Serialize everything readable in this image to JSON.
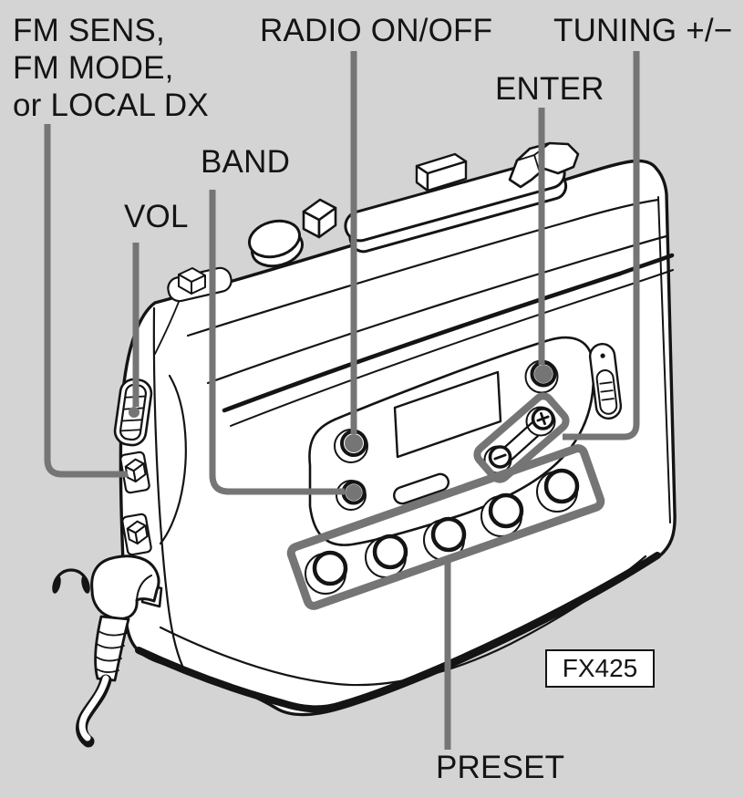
{
  "figure": {
    "type": "manual-illustration",
    "subject": "cassette-player-radio",
    "model_badge": "FX425",
    "labels": {
      "fm_line1": "FM SENS,",
      "fm_line2": "FM MODE,",
      "fm_line3": "or LOCAL DX",
      "radio": "RADIO ON/OFF",
      "tuning": "TUNING +/−",
      "enter": "ENTER",
      "band": "BAND",
      "vol": "VOL",
      "preset": "PRESET"
    },
    "icons": {
      "headphones": "headphones-icon"
    },
    "colors": {
      "background": "#d4d4d4",
      "line": "#141414",
      "callout": "#757575",
      "device_fill": "#ffffff"
    }
  }
}
